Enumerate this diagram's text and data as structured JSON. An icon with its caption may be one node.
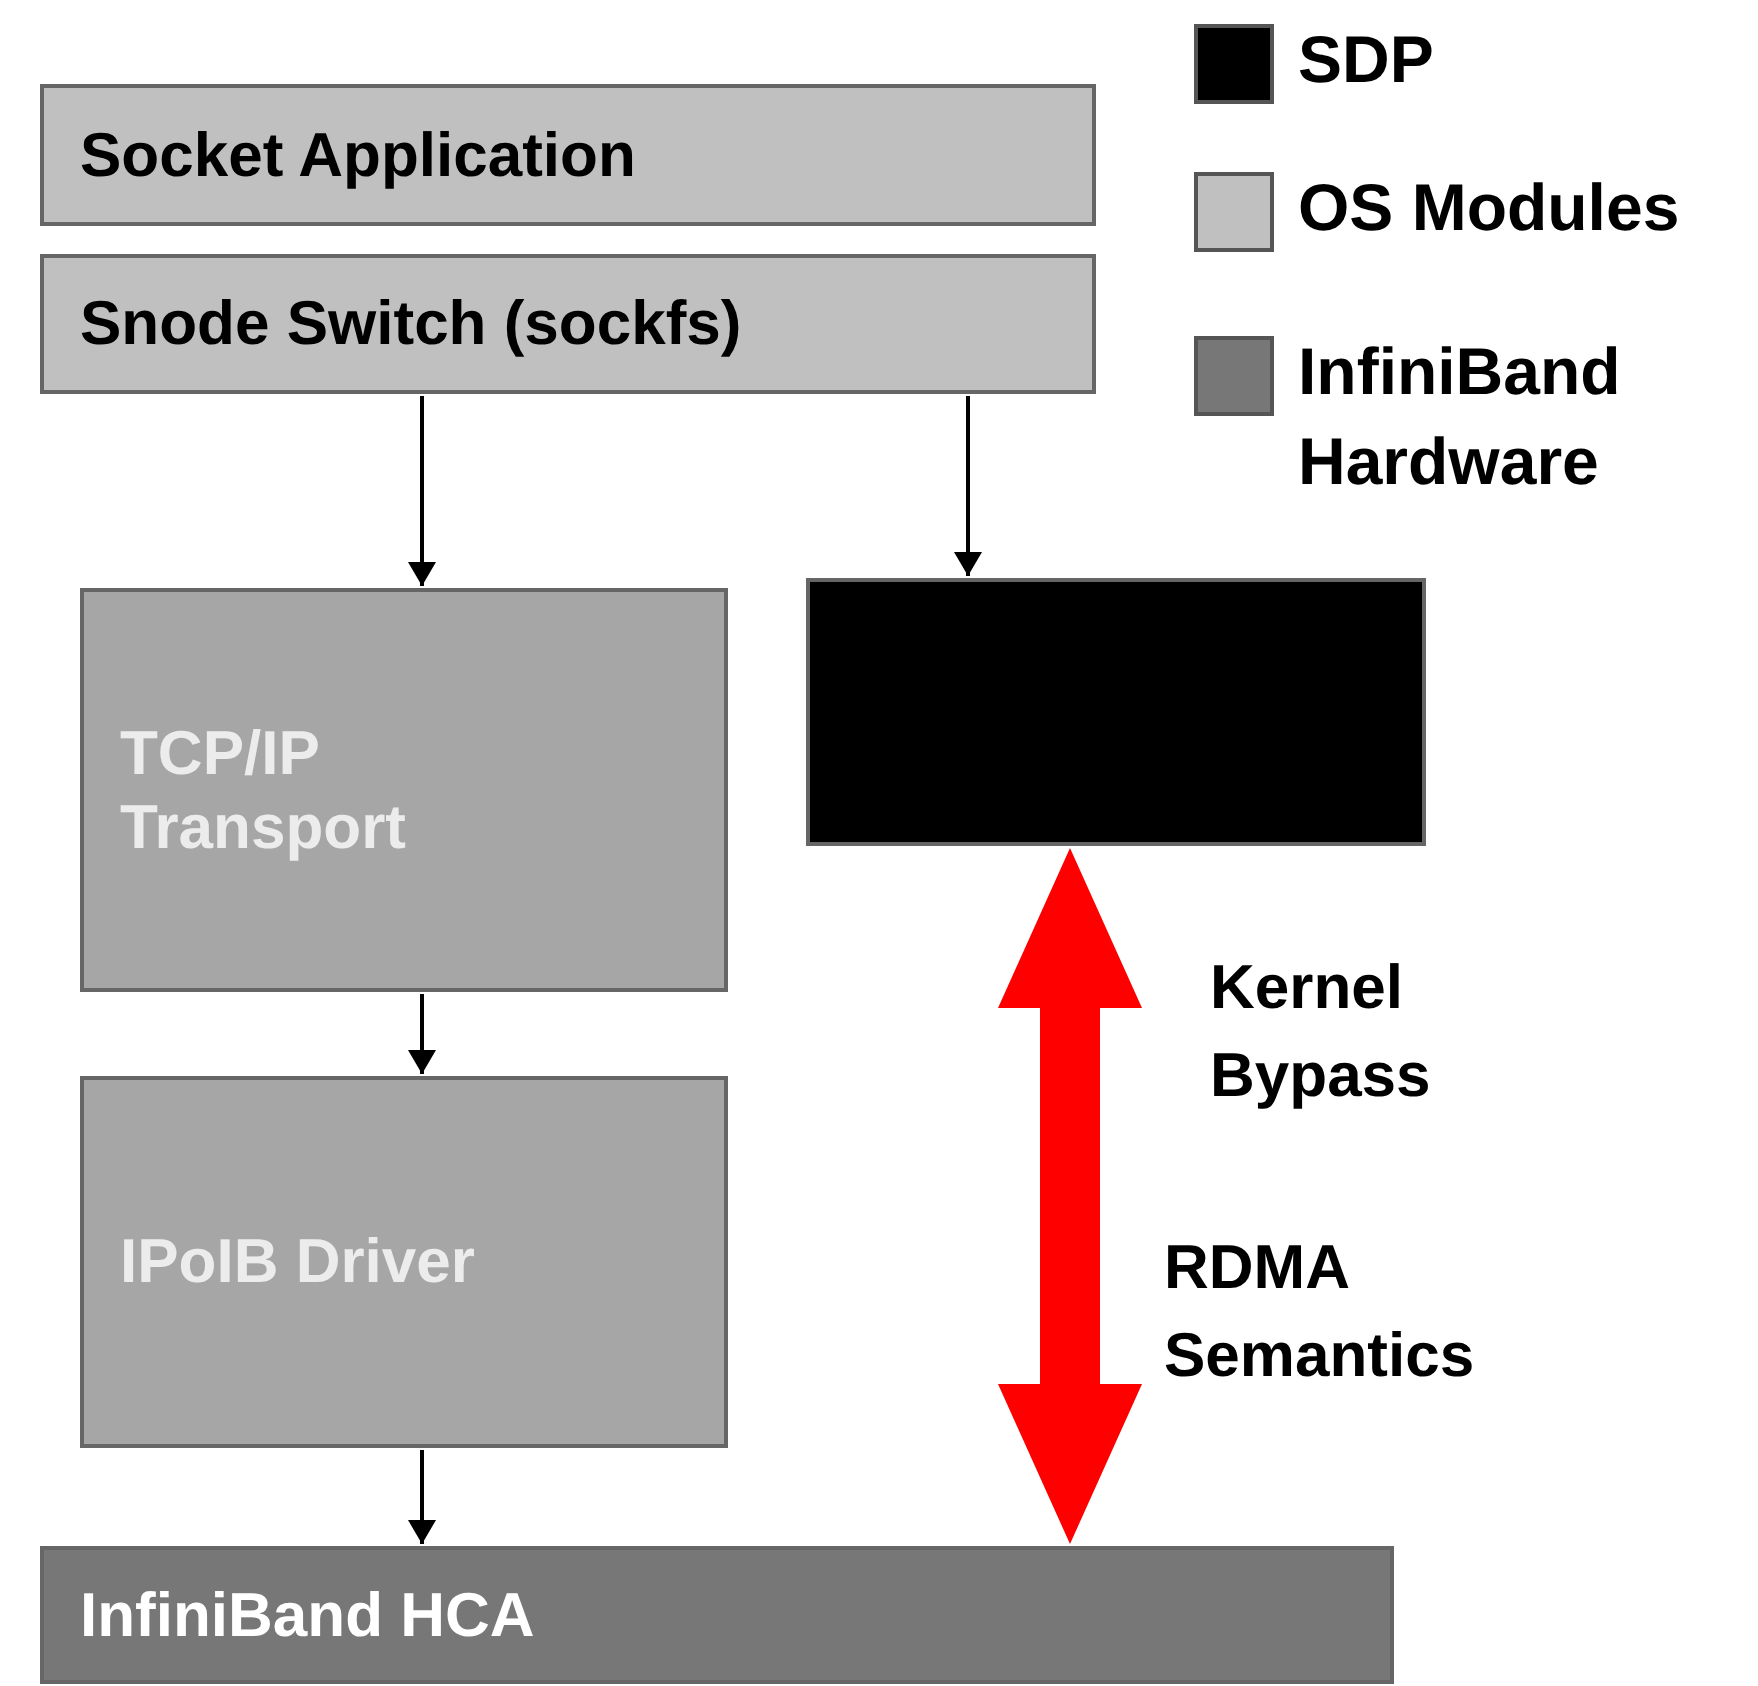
{
  "diagram": {
    "nodes": [
      {
        "text": [
          "Socket Application"
        ]
      },
      {
        "text": [
          "Snode Switch (sockfs)"
        ]
      },
      {
        "text": [
          "TCP/IP Transport"
        ]
      },
      {
        "text": [],
        "shape": "box"
      },
      {
        "text": [
          "IPoIB Driver"
        ]
      },
      {
        "text": [
          "InfiniBand HCA"
        ]
      }
    ],
    "edges": [
      {
        "from": 1,
        "to": 2,
        "arrow": "to"
      },
      {
        "from": 1,
        "to": 3,
        "arrow": "to"
      },
      {
        "from": 2,
        "to": 4,
        "arrow": "to"
      },
      {
        "from": 4,
        "to": 5,
        "arrow": "to"
      },
      {
        "from": 3,
        "to": 5,
        "arrow": "both",
        "style": "thick",
        "color": "#ff0000"
      }
    ],
    "labels": [
      "Kernel Bypass",
      "RDMA Semantics"
    ],
    "legend": [
      {
        "text": "SDP",
        "color": "#000000"
      },
      {
        "text": "OS Modules",
        "color": "#c0c0c0"
      },
      {
        "text": "InfiniBand Hardware",
        "color": "#777777"
      }
    ]
  }
}
